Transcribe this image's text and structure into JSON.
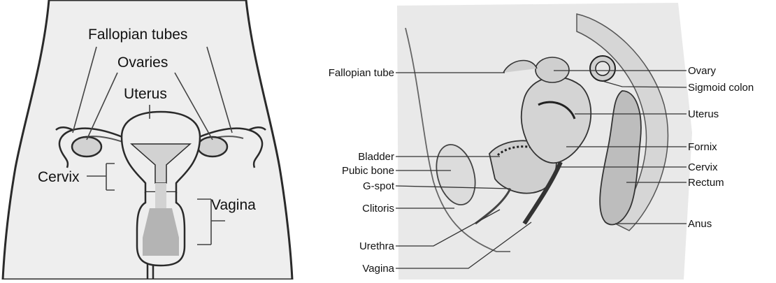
{
  "left_diagram": {
    "labels": {
      "fallopian_tubes": "Fallopian tubes",
      "ovaries": "Ovaries",
      "uterus": "Uterus",
      "cervix": "Cervix",
      "vagina": "Vagina"
    }
  },
  "right_diagram": {
    "labels": {
      "fallopian_tube": "Fallopian tube",
      "bladder": "Bladder",
      "pubic_bone": "Pubic bone",
      "g_spot": "G-spot",
      "clitoris": "Clitoris",
      "urethra": "Urethra",
      "vagina": "Vagina",
      "ovary": "Ovary",
      "sigmoid_colon": "Sigmoid colon",
      "uterus": "Uterus",
      "fornix": "Fornix",
      "cervix": "Cervix",
      "rectum": "Rectum",
      "anus": "Anus"
    }
  },
  "colors": {
    "body_fill": "#eeeeee",
    "organ_fill": "#d2d2d2",
    "organ_dark": "#b4b4b4",
    "outline": "#2a2a2a",
    "leader_line": "#444444",
    "illustration_bg": "#e9e9e9"
  }
}
